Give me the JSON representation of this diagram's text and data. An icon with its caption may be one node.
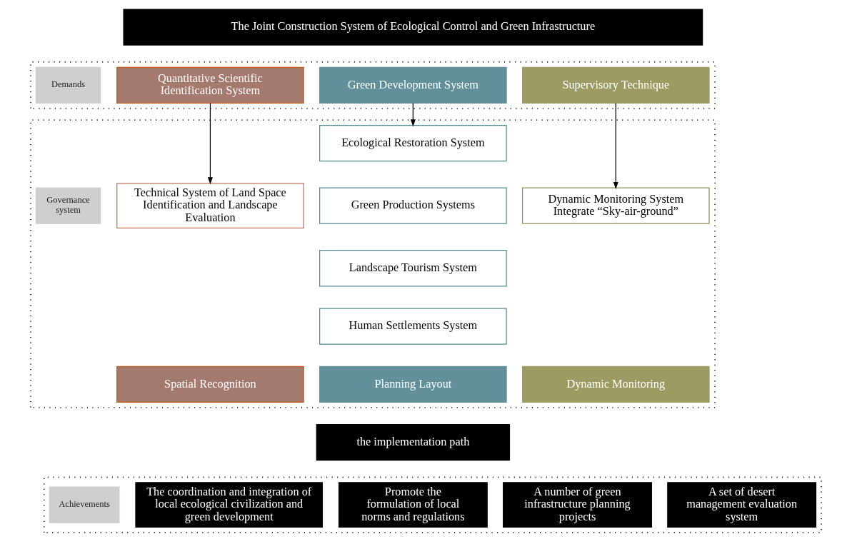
{
  "diagram": {
    "nodes": [
      {
        "text": [
          "The Joint Construction System of Ecological Control and Green Infrastructure"
        ]
      },
      {
        "text": [],
        "shape": "box"
      },
      {
        "text": [
          "Demands"
        ],
        "in": 1
      },
      {
        "text": [
          "Quantitative Scientific Identification System"
        ],
        "in": 1
      },
      {
        "text": [
          "Green Development System"
        ],
        "in": 1
      },
      {
        "text": [
          "Supervisory Technique"
        ],
        "in": 1
      },
      {
        "text": [],
        "shape": "box"
      },
      {
        "text": [
          "Governance system"
        ],
        "in": 6
      },
      {
        "text": [
          "Technical System of Land Space Identification and Landscape Evaluation"
        ],
        "in": 6
      },
      {
        "text": [
          "Ecological Restoration System"
        ],
        "in": 6
      },
      {
        "text": [
          "Green Production Systems"
        ],
        "in": 6
      },
      {
        "text": [
          "Landscape Tourism System"
        ],
        "in": 6
      },
      {
        "text": [
          "Human Settlements System"
        ],
        "in": 6
      },
      {
        "text": [
          "Dynamic Monitoring System Integrate “Sky-air-ground”"
        ],
        "in": 6
      },
      {
        "text": [
          "Spatial Recognition"
        ],
        "in": 6
      },
      {
        "text": [
          "Planning Layout"
        ],
        "in": 6
      },
      {
        "text": [
          "Dynamic Monitoring"
        ],
        "in": 6
      },
      {
        "text": [
          "the implementation path"
        ]
      },
      {
        "text": [],
        "shape": "box"
      },
      {
        "text": [
          "Achievements"
        ],
        "in": 18
      },
      {
        "text": [
          "The coordination and integration of local ecological civilization and green development"
        ],
        "in": 18
      },
      {
        "text": [
          "Promote the formulation of local norms and regulations"
        ],
        "in": 18
      },
      {
        "text": [
          "A number of green infrastructure planning projects"
        ],
        "in": 18
      },
      {
        "text": [
          "A set of desert management evaluation system"
        ],
        "in": 18
      }
    ],
    "edges": [
      {
        "from": 3,
        "to": 8,
        "arrow": "to"
      },
      {
        "from": 4,
        "to": 9,
        "arrow": "to"
      },
      {
        "from": 5,
        "to": 13,
        "arrow": "to"
      }
    ]
  }
}
